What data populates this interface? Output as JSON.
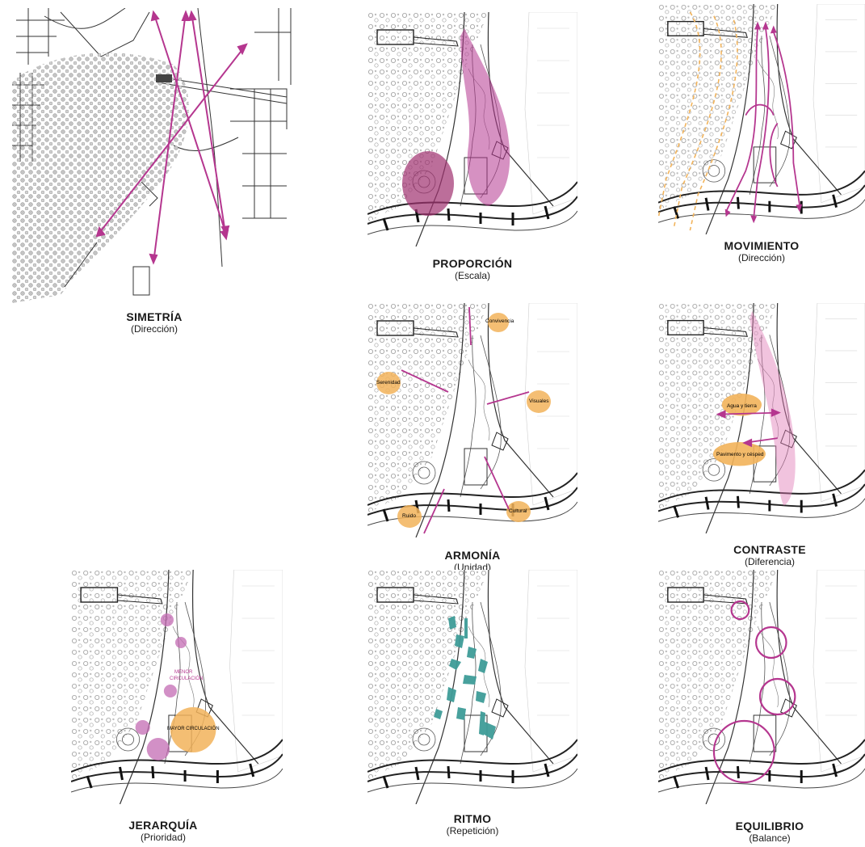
{
  "colors": {
    "magenta": "#b5368f",
    "orange": "#f2b35a",
    "teal": "#3f9c98",
    "ink": "#1a1a1a",
    "tree": "#9a9a9a"
  },
  "panels": {
    "simetria": {
      "title": "SIMETRÍA",
      "subtitle": "(Dirección)"
    },
    "proporcion": {
      "title": "PROPORCIÓN",
      "subtitle": "(Escala)"
    },
    "movimiento": {
      "title": "MOVIMIENTO",
      "subtitle": "(Dirección)"
    },
    "armonia": {
      "title": "ARMONÍA",
      "subtitle": "(Unidad)",
      "labels": {
        "convivencia": "Convivencia",
        "serenidad": "Serenidad",
        "visuales": "Visuales",
        "ruido": "Ruido",
        "cultural": "Cultural"
      }
    },
    "contraste": {
      "title": "CONTRASTE",
      "subtitle": "(Diferencia)",
      "labels": {
        "agua": "Agua y tierra",
        "pavimento": "Pavimento y césped"
      }
    },
    "jerarquia": {
      "title": "JERARQUÍA",
      "subtitle": "(Prioridad)",
      "labels": {
        "menor1": "MENOR",
        "menor2": "CIRCULACIÓN",
        "mayor": "MAYOR CIRCULACIÓN"
      }
    },
    "ritmo": {
      "title": "RITMO",
      "subtitle": "(Repetición)"
    },
    "equilibrio": {
      "title": "EQUILIBRIO",
      "subtitle": "(Balance)"
    }
  }
}
